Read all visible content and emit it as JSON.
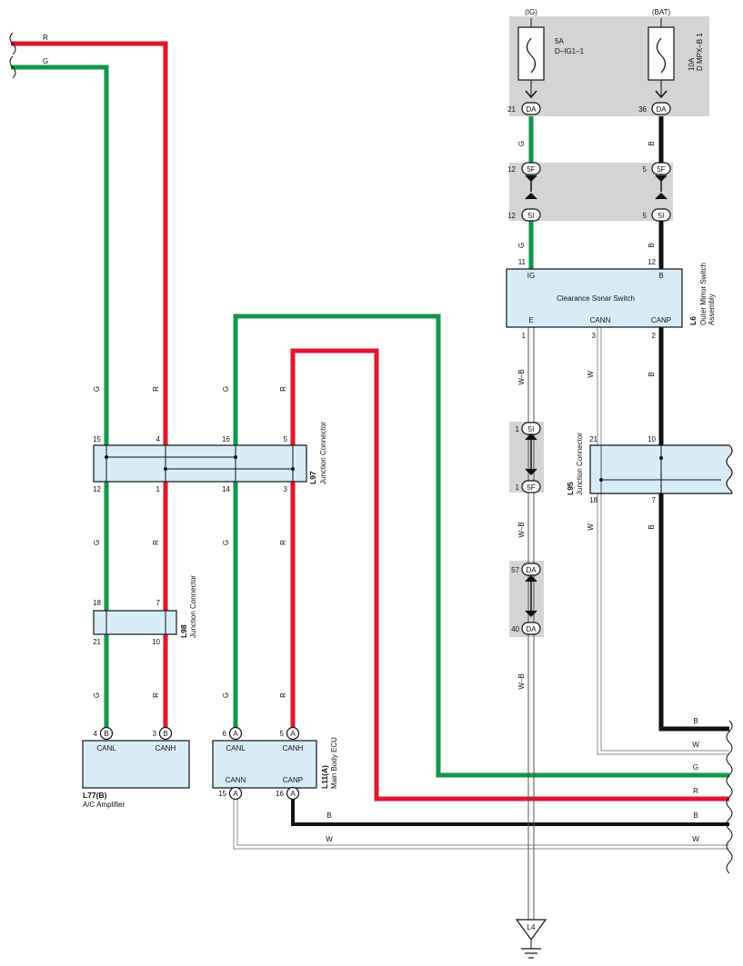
{
  "power": {
    "ig": {
      "label": "(IG)",
      "fuse_amp": "5A",
      "fuse_name": "D–IG1–1"
    },
    "bat": {
      "label": "(BAT)",
      "fuse_amp": "10A",
      "fuse_name": "D MPX–B 1"
    }
  },
  "connectors": {
    "da": "DA",
    "f5": "5F",
    "i5": "5I",
    "a": "A",
    "b": "B"
  },
  "pins": {
    "ig_da": "21",
    "bat_da": "36",
    "ig_5f": "12",
    "bat_5f": "5",
    "ig_5i": "12",
    "bat_5i": "5",
    "sw_ig": "11",
    "sw_b": "12",
    "sw_e": "1",
    "sw_cann": "3",
    "sw_canp": "2",
    "e_5i": "1",
    "e_5f": "1",
    "e_da_top": "57",
    "e_da_bot": "40",
    "l97_15": "15",
    "l97_4": "4",
    "l97_16": "16",
    "l97_5": "5",
    "l97_12": "12",
    "l97_1": "1",
    "l97_14": "14",
    "l97_3": "3",
    "l98_18": "18",
    "l98_7": "7",
    "l98_21": "21",
    "l98_10": "10",
    "l77_canl": "4",
    "l77_canh": "3",
    "l11_canl": "6",
    "l11_canh": "5",
    "l11_cann": "15",
    "l11_canp": "16",
    "l95_21": "21",
    "l95_10": "10",
    "l95_18": "18",
    "l95_7": "7"
  },
  "components": {
    "switch": {
      "name": "Clearance Sonar Switch",
      "code": "L6",
      "desc": "Outer Mirror Switch\nAssembly",
      "pin_ig": "IG",
      "pin_b": "B",
      "pin_e": "E",
      "pin_cann": "CANN",
      "pin_canp": "CANP"
    },
    "l97": {
      "code": "L97",
      "desc": "Junction Connector"
    },
    "l98": {
      "code": "L98",
      "desc": "Junction Connector"
    },
    "l95": {
      "code": "L95",
      "desc": "Junction Connector"
    },
    "l77": {
      "code": "L77(B)",
      "desc": "A/C Amplifier",
      "pin_canl": "CANL",
      "pin_canh": "CANH"
    },
    "l11": {
      "code": "L11(A)",
      "desc": "Main Body ECU",
      "pin_canl": "CANL",
      "pin_canh": "CANH",
      "pin_cann": "CANN",
      "pin_canp": "CANP"
    },
    "ground": {
      "code": "L4"
    }
  },
  "wire_labels": {
    "r": "R",
    "g": "G",
    "b": "B",
    "w": "W",
    "wb": "W–B"
  },
  "colors": {
    "red": "#e3142d",
    "green": "#12954a",
    "black": "#111111",
    "white_wire": "#8a8a8a",
    "box": "#d8ecf8",
    "grey_band": "#d4d4d6"
  }
}
